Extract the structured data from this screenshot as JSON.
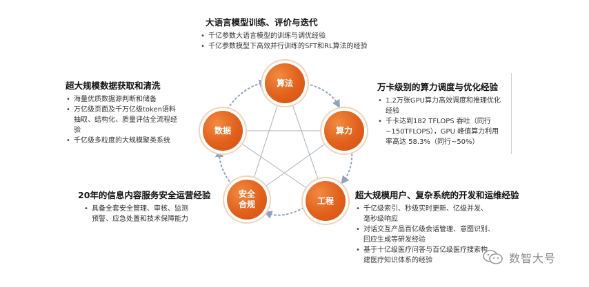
{
  "nodes": {
    "algorithm": "算法",
    "compute": "算力",
    "engineering": "工程",
    "safety_line1": "安全",
    "safety_line2": "合规",
    "data": "数据"
  },
  "top_block": {
    "title": "大语言模型训练、评价与迭代",
    "items": [
      "千亿参数大语言模型的训练与调优经验",
      "千亿参数模型下高效并行训练的SFT和RL算法的经验"
    ]
  },
  "left_block": {
    "title": "超大规模数据获取和清洗",
    "items": [
      [
        "海量优质数据源判断和储备"
      ],
      [
        "万亿级页面及千万亿级token语料",
        "抽取、结构化、质量评估全流程经",
        "验"
      ],
      [
        "千亿级多粒度的大规模聚类系统"
      ]
    ]
  },
  "right_block": {
    "title": "万卡级别的算力调度与优化经验",
    "items": [
      [
        "1.2万张GPU算力高效调度和推理优化",
        "经验"
      ],
      [
        "千卡达到182 TFLOPS 吞吐（同行",
        "~150TFLOPS），GPU 峰值算力利用",
        "率高达 58.3%（同行~50%）"
      ]
    ]
  },
  "bottom_left_block": {
    "title": "20年的信息内容服务安全运营经验",
    "items": [
      [
        "具备全套安全管理、审核、监测",
        "预警、应急处置和技术保障能力"
      ]
    ]
  },
  "bottom_right_block": {
    "title": "超大规模用户、复杂系统的开发和运维经验",
    "items": [
      [
        "千亿级索引、秒级实时更新、亿级并发、",
        "毫秒级响应"
      ],
      [
        "对话交互产品百亿级会话管理、意图识别、",
        "回应生成等研发经验"
      ],
      [
        "基于十亿级医疗问答与百亿级医疗搜索构",
        "建医疗知识体系的经验"
      ]
    ]
  },
  "watermark": {
    "text": "数智大号"
  },
  "colors": {
    "node": "#e0601c",
    "star_line": "#9aa3ad",
    "arrow": "#8fa3bf"
  }
}
